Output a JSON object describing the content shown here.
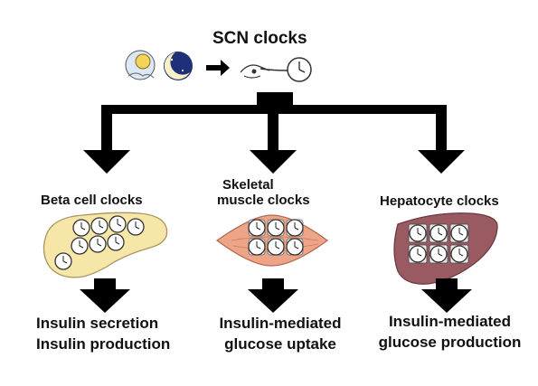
{
  "title": "SCN clocks",
  "icons": [
    "sun-icon",
    "moon-icon",
    "arrow-right-icon",
    "eye-icon",
    "clock-icon"
  ],
  "nodes": {
    "beta": {
      "label": "Beta cell clocks",
      "outputs": [
        "Insulin secretion",
        "Insulin production"
      ]
    },
    "skeletal": {
      "label_lines": [
        "Skeletal",
        "muscle clocks"
      ],
      "outputs": [
        "Insulin-mediated",
        "glucose uptake"
      ]
    },
    "hepatocyte": {
      "label": "Hepatocyte clocks",
      "outputs": [
        "Insulin-mediated",
        "glucose production"
      ]
    }
  },
  "colors": {
    "pancreas": "#f6e6a8",
    "muscle": "#eea486",
    "liver": "#9a5a62",
    "arrow": "#000000"
  }
}
